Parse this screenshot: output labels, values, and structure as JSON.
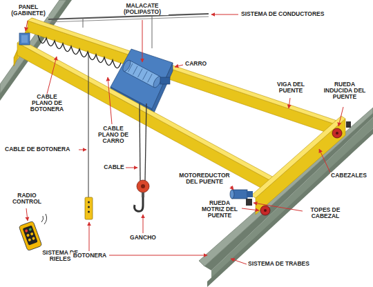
{
  "diagram": {
    "labels": [
      "PANEL (GABINETE)",
      "MALACATE (POLIPASTO)",
      "SISTEMA DE CONDUCTORES",
      "CARRO",
      "VIGA DEL PUENTE",
      "RUEDA INDUCIDA DEL PUENTE",
      "CABLE PLANO DE BOTONERA",
      "CABLE PLANO DE CARRO",
      "CABLE DE BOTONERA",
      "CABLE",
      "MOTOREDUCTOR DEL PUENTE",
      "CABEZALES",
      "RADIO CONTROL",
      "RUEDA MOTRIZ DEL PUENTE",
      "TOPES DE CABEZAL",
      "SISTEMA DE RIELES",
      "GANCHO",
      "BOTONERA",
      "SISTEMA DE TRABES"
    ]
  }
}
